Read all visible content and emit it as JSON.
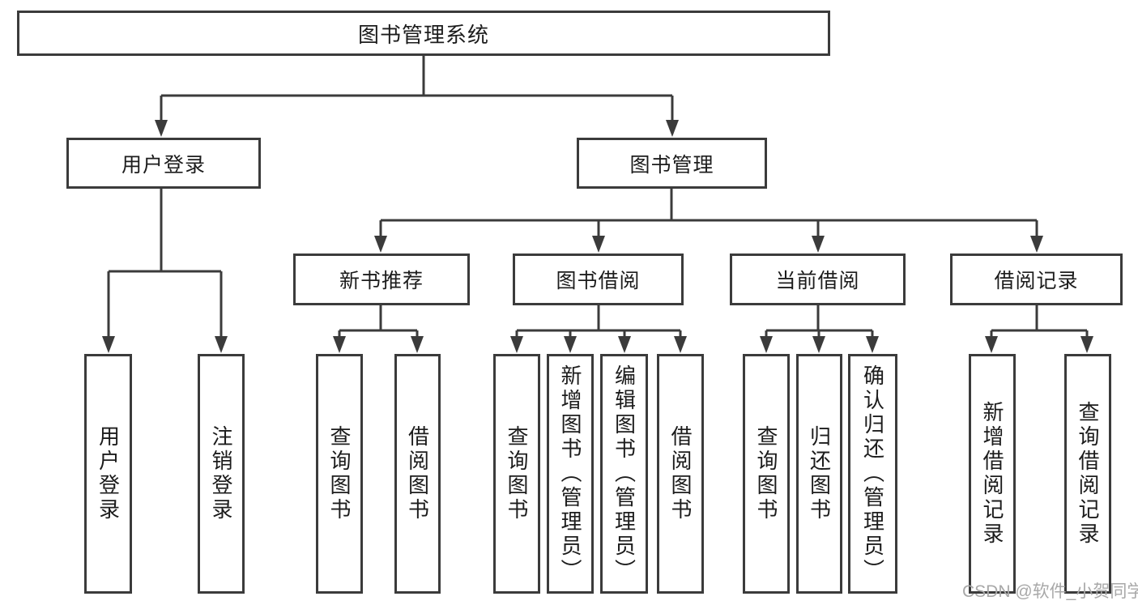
{
  "diagram": {
    "root": {
      "label": "图书管理系统",
      "children": [
        {
          "label": "用户登录",
          "children": [
            {
              "label": "用户登录"
            },
            {
              "label": "注销登录"
            }
          ]
        },
        {
          "label": "图书管理",
          "children": [
            {
              "label": "新书推荐",
              "children": [
                {
                  "label": "查询图书"
                },
                {
                  "label": "借阅图书"
                }
              ]
            },
            {
              "label": "图书借阅",
              "children": [
                {
                  "label": "查询图书"
                },
                {
                  "label": "新增图书（管理员）"
                },
                {
                  "label": "编辑图书（管理员）"
                },
                {
                  "label": "借阅图书"
                }
              ]
            },
            {
              "label": "当前借阅",
              "children": [
                {
                  "label": "查询图书"
                },
                {
                  "label": "归还图书"
                },
                {
                  "label": "确认归还（管理员）"
                }
              ]
            },
            {
              "label": "借阅记录",
              "children": [
                {
                  "label": "新增借阅记录"
                },
                {
                  "label": "查询借阅记录"
                }
              ]
            }
          ]
        }
      ]
    }
  },
  "watermark": "CSDN @软件_小贺同学",
  "colors": {
    "line": "#3b3b3b",
    "text": "#1c1c1c",
    "watermark_gray": "#a8a8a8",
    "background": "#ffffff"
  }
}
